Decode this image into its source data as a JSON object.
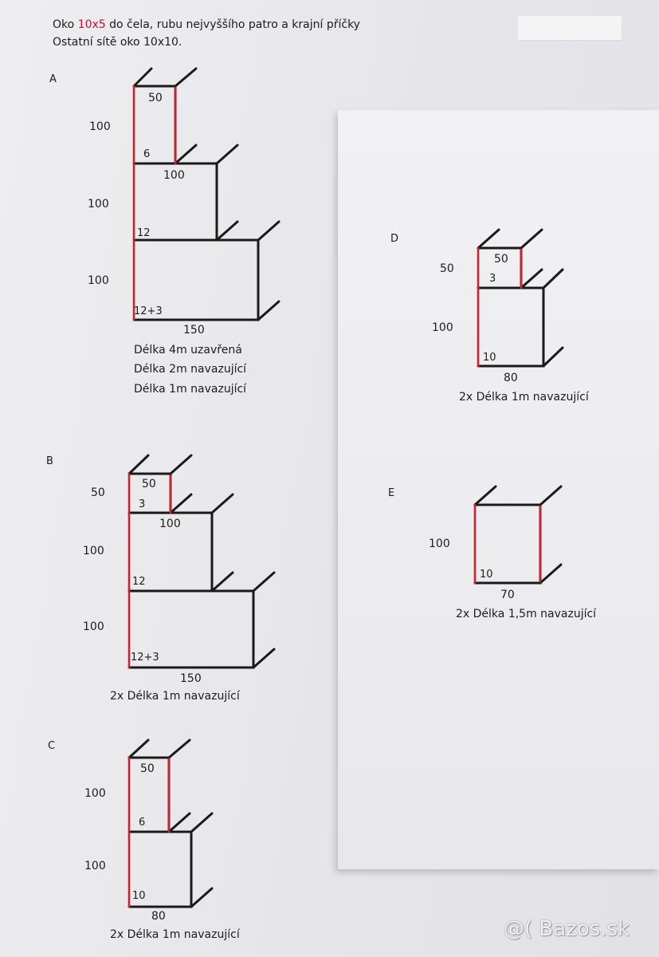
{
  "header": {
    "line1_before": "Oko ",
    "line1_highlight": "10x5",
    "line1_after": " do čela, rubu nejvyššího patro a krajní příčky",
    "line2": "Ostatní sítě oko 10x10."
  },
  "colors": {
    "ink": "#1a1a1a",
    "highlight": "#d3202f",
    "paper": "#ececef"
  },
  "shapes": {
    "a": {
      "letter": "A",
      "dims": {
        "left_top": "100",
        "left_mid": "100",
        "left_bottom": "100",
        "w_top": "50",
        "w_mid": "100",
        "w_bottom": "150"
      },
      "labels": {
        "n1": "6",
        "n2": "12",
        "n3": "12+3"
      },
      "captions": [
        "Délka 4m uzavřená",
        "Délka 2m navazující",
        "Délka 1m navazující"
      ]
    },
    "b": {
      "letter": "B",
      "dims": {
        "left_top": "50",
        "left_mid": "100",
        "left_bottom": "100",
        "w_top": "50",
        "w_mid": "100",
        "w_bottom": "150"
      },
      "labels": {
        "n1": "3",
        "n2": "12",
        "n3": "12+3"
      },
      "caption": "2x  Délka 1m navazující"
    },
    "c": {
      "letter": "C",
      "dims": {
        "left_top": "100",
        "left_bottom": "100",
        "w_top": "50",
        "w_bottom": "80"
      },
      "labels": {
        "n1": "6",
        "n2": "10"
      },
      "caption": "2x  Délka 1m navazující"
    },
    "d": {
      "letter": "D",
      "dims": {
        "left_top": "50",
        "left_bottom": "100",
        "w_top": "50",
        "w_bottom": "80"
      },
      "labels": {
        "n1": "3",
        "n2": "10"
      },
      "caption": "2x  Délka 1m navazující"
    },
    "e": {
      "letter": "E",
      "dims": {
        "left": "100",
        "w_bottom": "70"
      },
      "labels": {
        "n1": "10"
      },
      "caption": "2x  Délka 1,5m navazující"
    }
  },
  "watermark": "@( Bazos.sk"
}
